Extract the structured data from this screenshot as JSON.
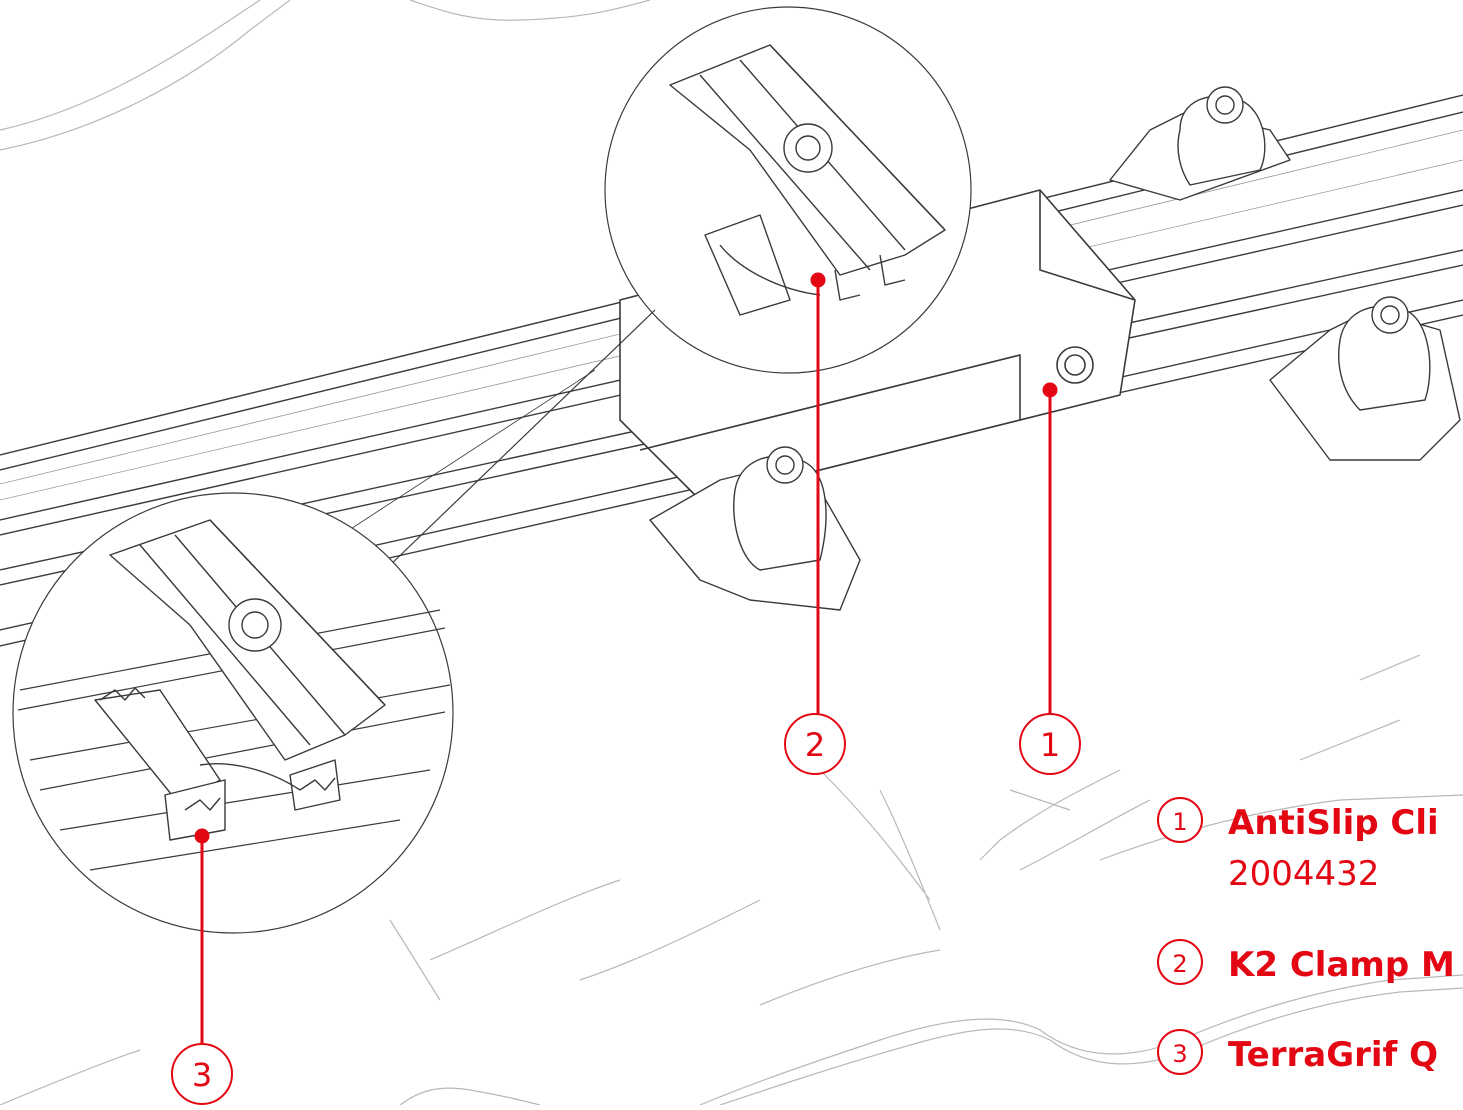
{
  "colors": {
    "accent": "#e30613",
    "line": "#3a3a3a",
    "light_line": "#b8b8b8",
    "background": "#ffffff"
  },
  "callouts": [
    {
      "number": "1"
    },
    {
      "number": "2"
    },
    {
      "number": "3"
    }
  ],
  "legend": [
    {
      "number": "1",
      "name": "AntiSlip Cli",
      "code": "2004432"
    },
    {
      "number": "2",
      "name": "K2 Clamp M"
    },
    {
      "number": "3",
      "name": "TerraGrif Q"
    }
  ]
}
